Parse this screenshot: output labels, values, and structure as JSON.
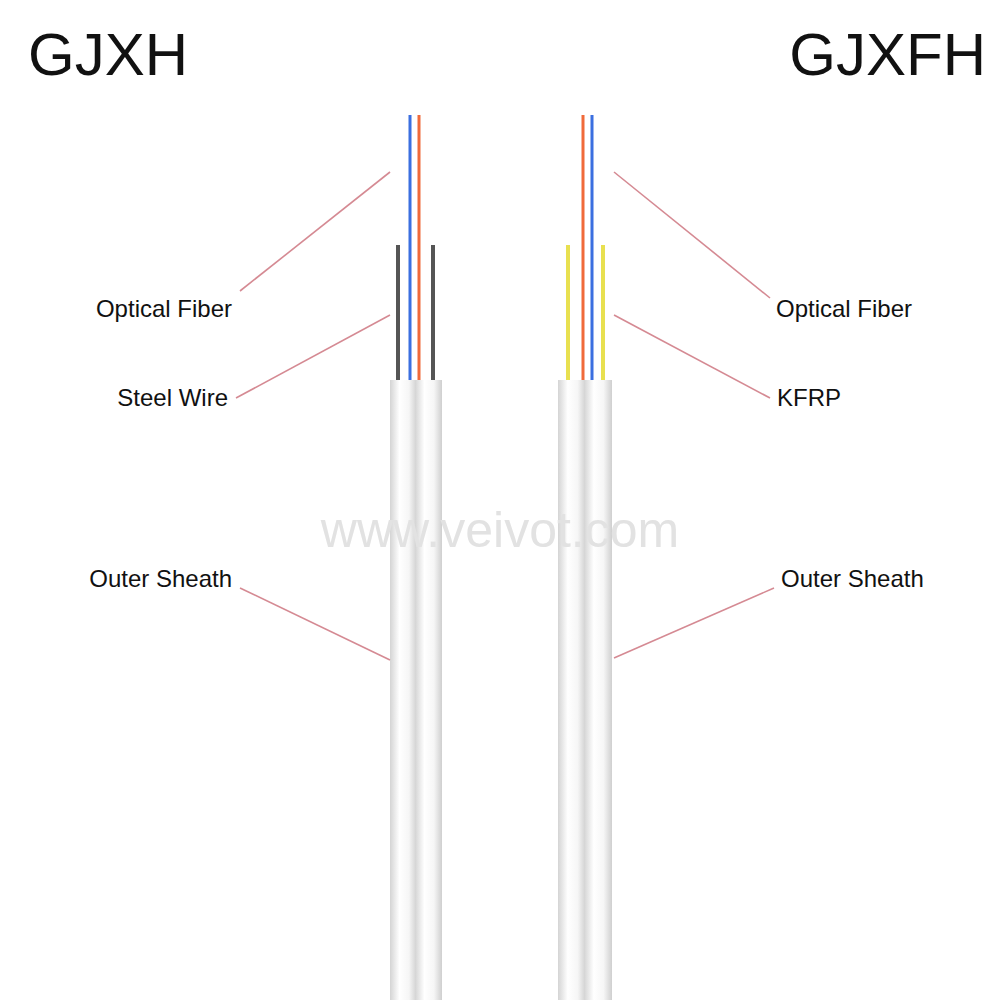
{
  "diagram": {
    "labels": [
      "GJXH",
      "GJXFH",
      "Optical Fiber",
      "Steel Wire",
      "Outer Sheath",
      "Optical Fiber",
      "KFRP",
      "Outer Sheath",
      "www.veivot.com"
    ]
  }
}
